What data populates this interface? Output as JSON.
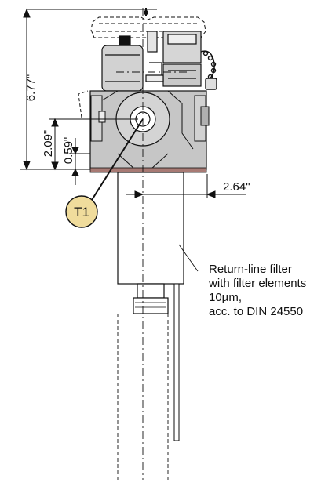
{
  "dimensions": {
    "overall_height": "6.77\"",
    "port_height": "2.09\"",
    "flange_height": "0.59\"",
    "filter_offset": "2.64\""
  },
  "callout": {
    "port_label": "T1",
    "description_lines": [
      "Return-line filter",
      "with filter elements",
      "10µm,",
      "acc. to DIN 24550"
    ]
  },
  "colors": {
    "housing_fill": "#c6c6c6",
    "filter_fill": "#ffffff",
    "flange_strip": "#a87a74",
    "badge_fill": "#f0dc9c",
    "line": "#111111"
  }
}
